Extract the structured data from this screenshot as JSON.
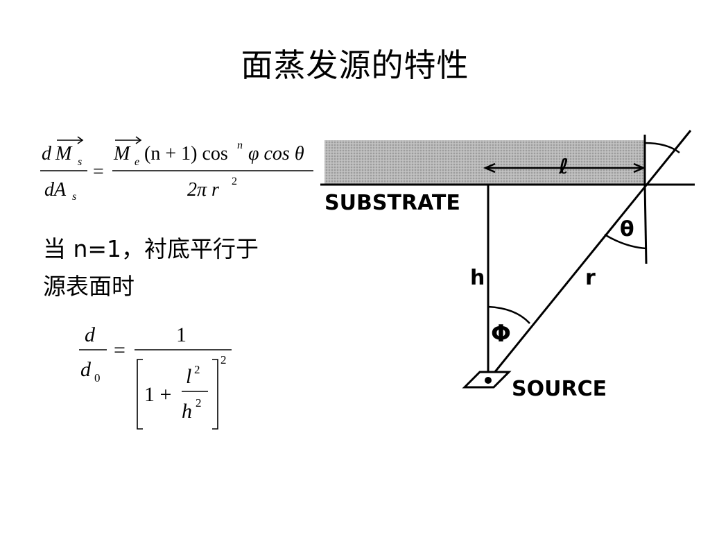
{
  "title": "面蒸发源的特性",
  "note": {
    "line1": "当 n=1，衬底平行于",
    "line2": "源表面时"
  },
  "formula1": {
    "lhs_num_d": "d",
    "lhs_num_M": "M",
    "lhs_num_sub": "s",
    "lhs_den": "dA",
    "lhs_den_sub": "s",
    "equals": "=",
    "rhs_M": "M",
    "rhs_M_sub": "e",
    "rhs_factor": "(n + 1) cos",
    "rhs_exp": "n",
    "rhs_rest": "φ cos θ",
    "rhs_den": "2π r",
    "rhs_den_exp": "2"
  },
  "formula2": {
    "lhs_num": "d",
    "lhs_den": "d",
    "lhs_den_sub": "0",
    "equals": "=",
    "rhs_num": "1",
    "inner_one": "1 +",
    "inner_num": "l",
    "inner_num_exp": "2",
    "inner_den": "h",
    "inner_den_exp": "2",
    "outer_exp": "2"
  },
  "diagram": {
    "substrate_label": "SUBSTRATE",
    "source_label": "SOURCE",
    "h_label": "h",
    "r_label": "r",
    "theta_label": "θ",
    "phi_label": "Φ",
    "l_label": "ℓ"
  }
}
